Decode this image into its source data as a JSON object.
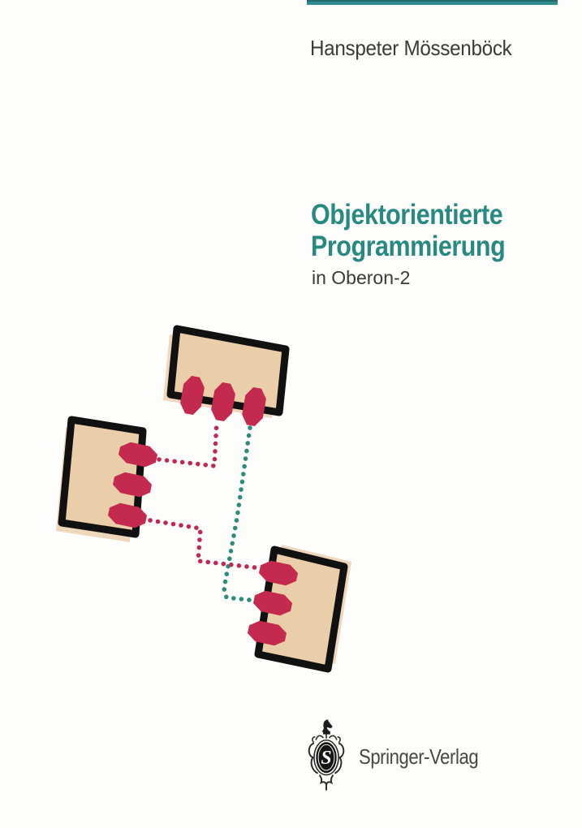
{
  "cover": {
    "author": "Hanspeter Mössenböck",
    "title_line1": "Objektorientierte",
    "title_line2": "Programmierung",
    "subtitle": "in Oberon-2",
    "publisher": "Springer-Verlag"
  },
  "colors": {
    "teal_bar": "#2e8d8b",
    "title_teal": "#27897f",
    "text_dark": "#3a3a3a",
    "publisher_gray": "#474747",
    "plug_red": "#c42a4e",
    "dot_red": "#bf2a52",
    "dot_teal": "#2c8b7b",
    "panel_tan": "#eaceaa",
    "panel_shadow_tan": "#eed7ba",
    "frame_black": "#111111"
  }
}
